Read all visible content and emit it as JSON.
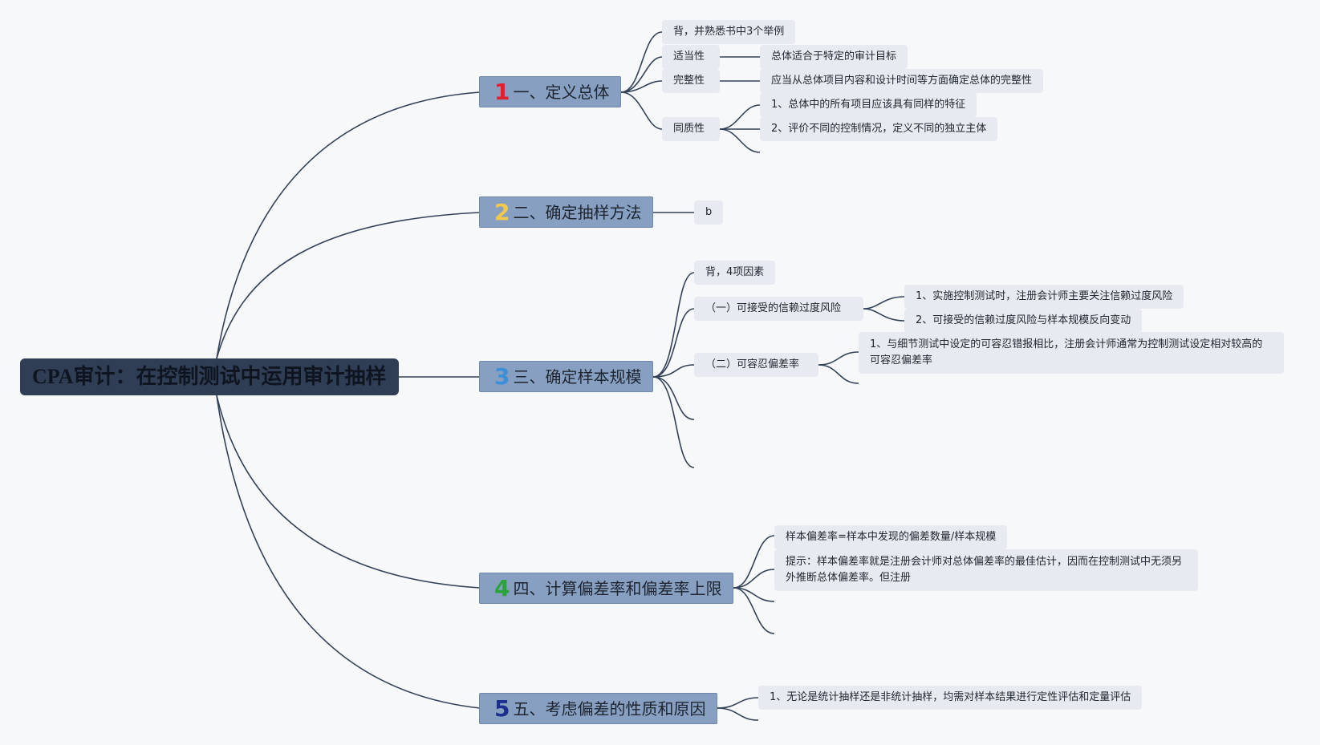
{
  "root": {
    "title": "CPA审计：在控制测试中运用审计抽样"
  },
  "colors": {
    "num1": "#e0202f",
    "num2": "#f2c94c",
    "num3": "#3a8fd8",
    "num4": "#2aa43a",
    "num5": "#1c2f8f",
    "line": "#334258"
  },
  "branches": [
    {
      "num": "1",
      "label": "一、定义总体"
    },
    {
      "num": "2",
      "label": "二、确定抽样方法"
    },
    {
      "num": "3",
      "label": "三、确定样本规模"
    },
    {
      "num": "4",
      "label": "四、计算偏差率和偏差率上限"
    },
    {
      "num": "5",
      "label": "五、考虑偏差的性质和原因"
    }
  ],
  "b1": {
    "memorize": "背，并熟悉书中3个举例",
    "appropriateness": "适当性",
    "appropriateness_desc": "总体适合于特定的审计目标",
    "completeness": "完整性",
    "completeness_desc": "应当从总体项目内容和设计时间等方面确定总体的完整性",
    "homogeneity": "同质性",
    "homogeneity_1": "1、总体中的所有项目应该具有同样的特征",
    "homogeneity_2": "2、评价不同的控制情况，定义不同的独立主体"
  },
  "b2": {
    "item": "b"
  },
  "b3": {
    "memorize": "背，4项因素",
    "risk": "（一）可接受的信赖过度风险",
    "risk_1": "1、实施控制测试时，注册会计师主要关注信赖过度风险",
    "risk_2": "2、可接受的信赖过度风险与样本规模反向变动",
    "tolerable": "（二）可容忍偏差率",
    "tolerable_1": "1、与细节测试中设定的可容忍错报相比，注册会计师通常为控制测试设定相对较高的可容忍偏差率"
  },
  "b4": {
    "formula": "样本偏差率=样本中发现的偏差数量/样本规模",
    "hint": "提示：样本偏差率就是注册会计师对总体偏差率的最佳估计，因而在控制测试中无须另外推断总体偏差率。但注册"
  },
  "b5": {
    "item_1": "1、无论是统计抽样还是非统计抽样，均需对样本结果进行定性评估和定量评估"
  }
}
